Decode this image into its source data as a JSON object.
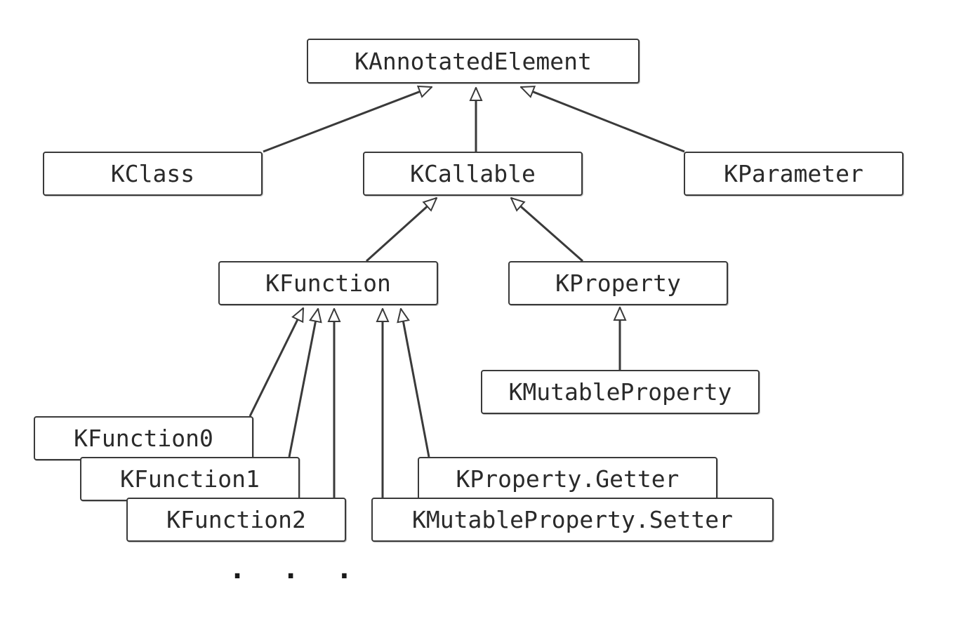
{
  "nodes": {
    "kannotatedelement": "KAnnotatedElement",
    "kclass": "KClass",
    "kcallable": "KCallable",
    "kparameter": "KParameter",
    "kfunction": "KFunction",
    "kproperty": "KProperty",
    "kmutableproperty": "KMutableProperty",
    "kfunction0": "KFunction0",
    "kfunction1": "KFunction1",
    "kfunction2": "KFunction2",
    "kproperty_getter": "KProperty.Getter",
    "kmutableproperty_setter": "KMutableProperty.Setter"
  },
  "ellipsis": ". . .",
  "colors": {
    "stroke": "#3a3a3a",
    "text": "#2a2a2a",
    "background": "#ffffff"
  }
}
